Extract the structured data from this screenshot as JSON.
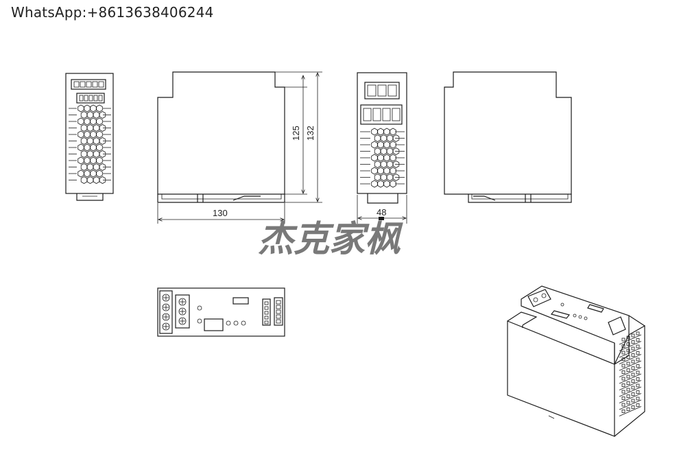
{
  "header": {
    "contact": "WhatsApp:+8613638406244"
  },
  "dimensions": {
    "width": "130",
    "height_body": "125",
    "height_total": "132",
    "depth": "48"
  },
  "watermark": "杰克家枫",
  "colors": {
    "line": "#1a1a1a",
    "watermark": "#6a6a6a",
    "background": "#ffffff"
  }
}
